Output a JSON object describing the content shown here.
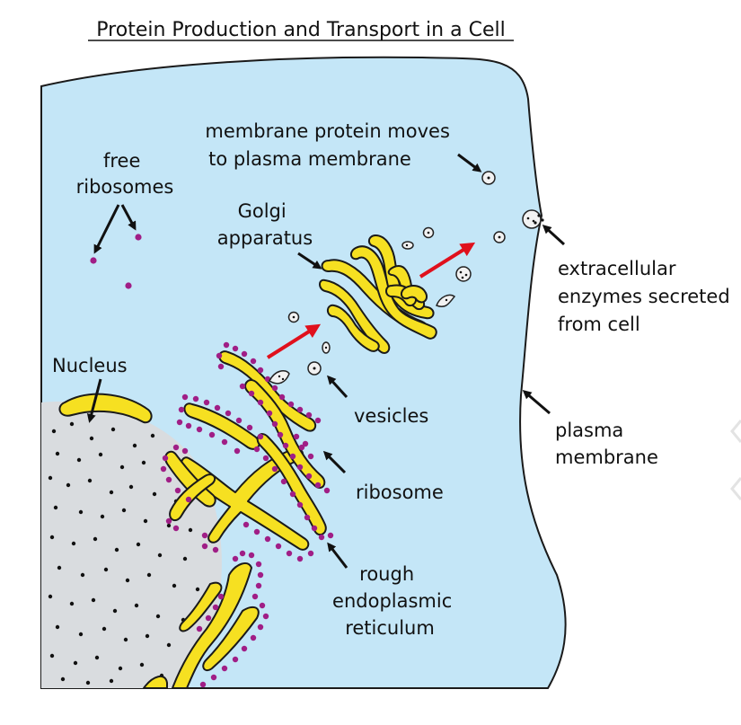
{
  "title": "Protein Production and Transport in a Cell",
  "labels": {
    "free_ribosomes": [
      "free",
      "ribosomes"
    ],
    "membrane_protein": [
      "membrane protein moves",
      "to plasma membrane"
    ],
    "golgi": [
      "Golgi",
      "apparatus"
    ],
    "extracellular": [
      "extracellular",
      "enzymes secreted",
      "from cell"
    ],
    "nucleus": "Nucleus",
    "vesicles": "vesicles",
    "plasma_membrane": [
      "plasma",
      "membrane"
    ],
    "ribosome": "ribosome",
    "rough_er": [
      "rough",
      "endoplasmic",
      "reticulum"
    ]
  },
  "colors": {
    "cytoplasm": "#c4e6f7",
    "nucleus": "#d9dcdf",
    "organelle": "#f6e021",
    "ribosome": "#a01e86",
    "transport_arrow": "#e0101c"
  }
}
